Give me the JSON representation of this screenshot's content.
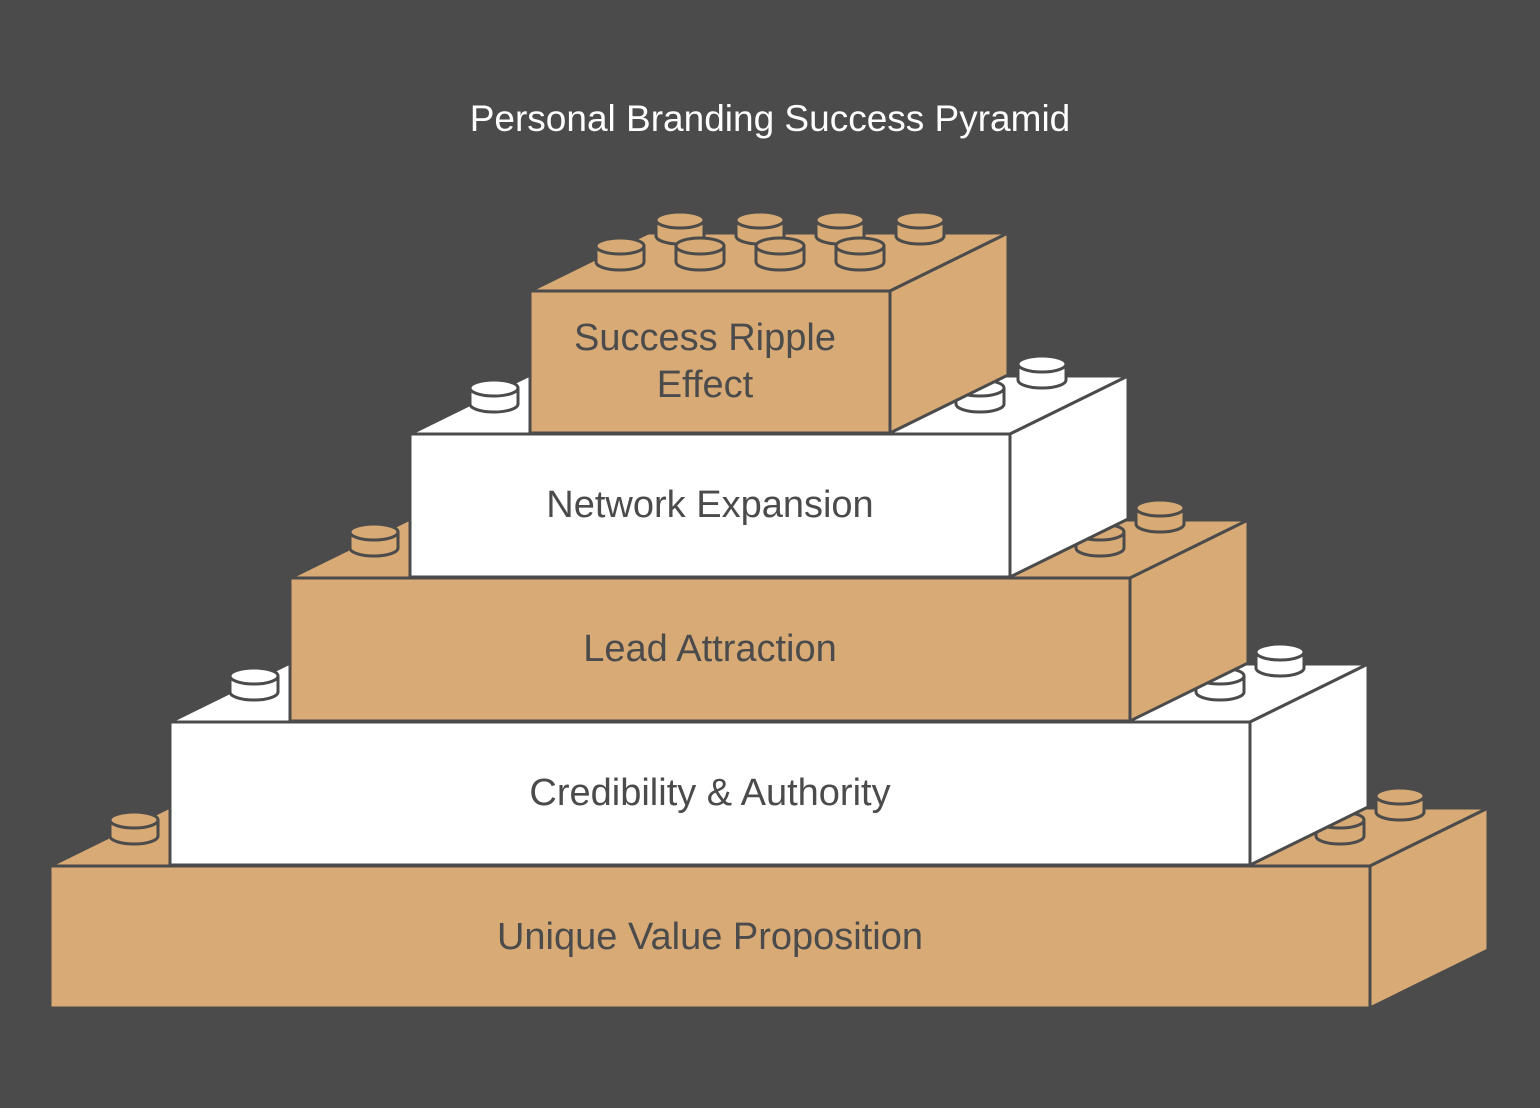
{
  "title": "Personal Branding Success Pyramid",
  "colors": {
    "background": "#4b4b4b",
    "tan": "#d7aa76",
    "white": "#ffffff",
    "stroke": "#4b4b4b"
  },
  "layers": [
    {
      "label": "Success Ripple Effect",
      "color": "tan"
    },
    {
      "label": "Network Expansion",
      "color": "white"
    },
    {
      "label": "Lead Attraction",
      "color": "tan"
    },
    {
      "label": "Credibility & Authority",
      "color": "white"
    },
    {
      "label": "Unique Value Proposition",
      "color": "tan"
    }
  ]
}
